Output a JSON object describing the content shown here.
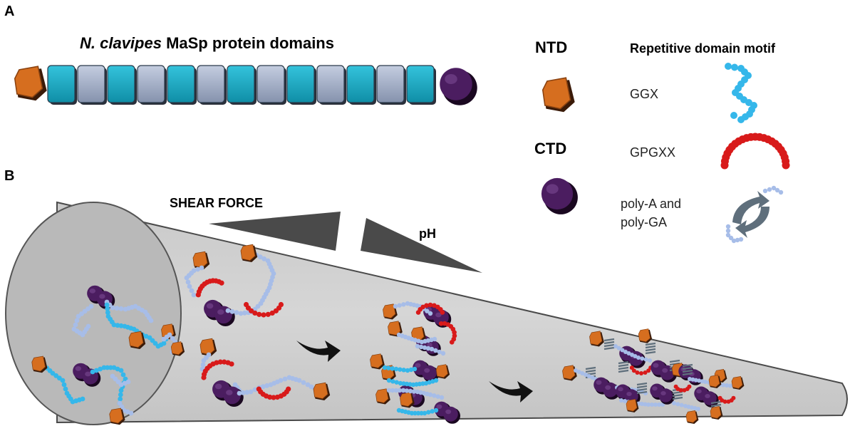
{
  "panel_a": {
    "letter": "A",
    "title_italic": "N. clavipes",
    "title_rest": " MaSp protein domains",
    "repeat_segments": [
      "teal",
      "grey",
      "teal",
      "grey",
      "teal",
      "grey",
      "teal",
      "grey",
      "teal",
      "grey",
      "teal",
      "grey",
      "teal"
    ]
  },
  "legend": {
    "ntd_label": "NTD",
    "ctd_label": "CTD",
    "motif_heading": "Repetitive domain motif",
    "motif_ggx": "GGX",
    "motif_gpgxx": "GPGXX",
    "motif_polya_line1": "poly-A and",
    "motif_polya_line2": "poly-GA"
  },
  "panel_b": {
    "letter": "B",
    "shear_label": "SHEAR FORCE",
    "ph_label": "pH"
  },
  "colors": {
    "ntd": "#d66e1f",
    "ntd_dark": "#3a1a08",
    "ctd": "#4b1d60",
    "ctd_dark": "#1a0820",
    "teal": "#1aa6c0",
    "grey_block": "#9aa6bf",
    "ggx": "#35b7ea",
    "gpgxx": "#d81a1a",
    "beads": "#a7bde8",
    "duct": "#d3d3d3",
    "sheet_arrow": "#5f6f7c"
  }
}
